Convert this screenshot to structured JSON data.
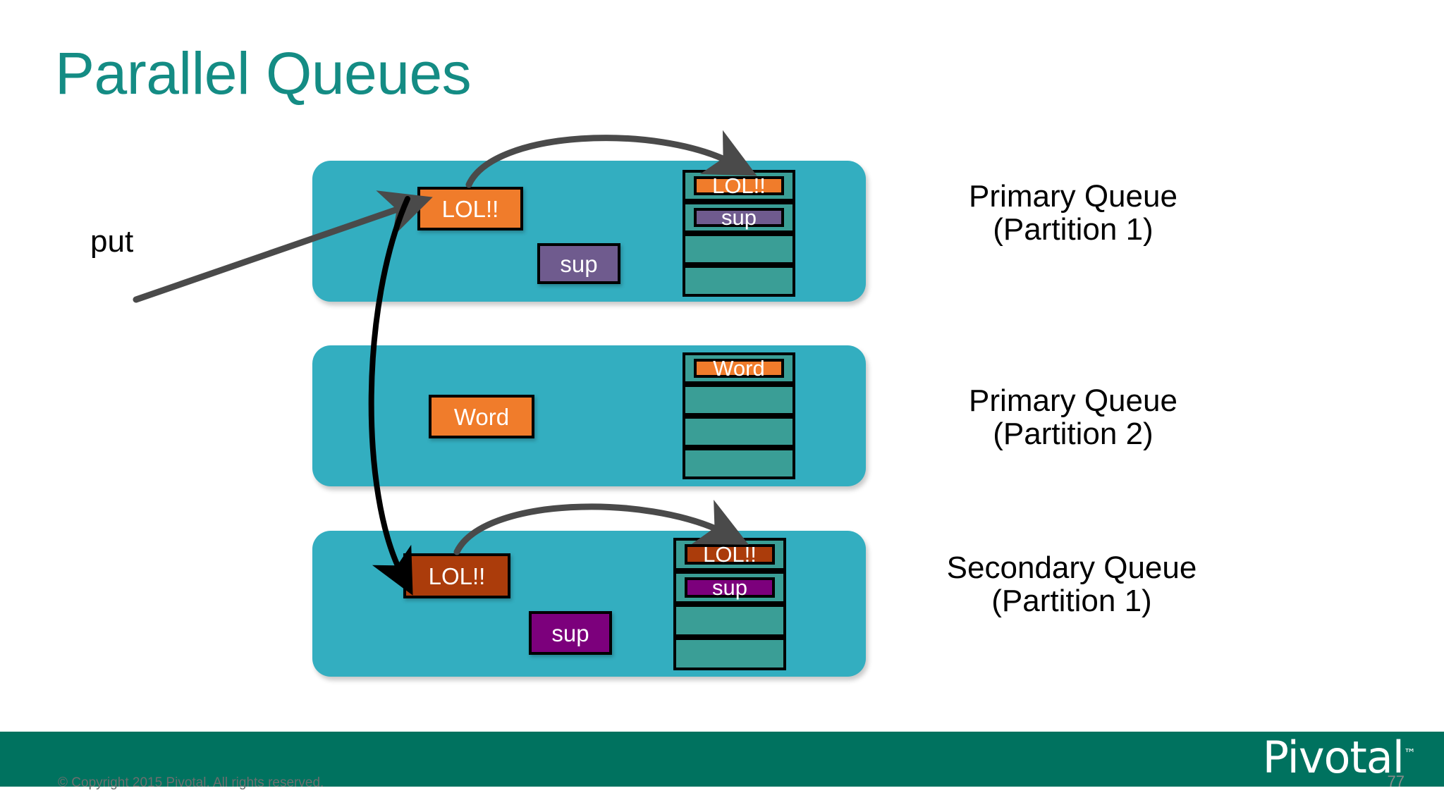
{
  "slide": {
    "title": "Parallel Queues",
    "title_color": "#148C84",
    "background": "#FFFFFF"
  },
  "diagram": {
    "put_label": "put",
    "panel_color": "#33AEC0",
    "slot_color": "#3A9E96",
    "colors": {
      "orange": "#F07C2B",
      "purple": "#6F5B8E",
      "dark_orange": "#AB3C0B",
      "dark_purple": "#7C007C",
      "arrow_gray": "#4A4A4A",
      "arrow_black": "#000000"
    },
    "panels": [
      {
        "id": "primary-partition-1",
        "label_line1": "Primary Queue",
        "label_line2": "(Partition 1)",
        "floating": [
          {
            "text": "LOL!!",
            "style": "orange"
          },
          {
            "text": "sup",
            "style": "purple"
          }
        ],
        "slots": [
          {
            "text": "LOL!!",
            "style": "orange"
          },
          {
            "text": "sup",
            "style": "purple"
          },
          {
            "text": "",
            "style": "empty"
          },
          {
            "text": "",
            "style": "empty"
          }
        ]
      },
      {
        "id": "primary-partition-2",
        "label_line1": "Primary Queue",
        "label_line2": "(Partition 2)",
        "floating": [
          {
            "text": "Word",
            "style": "orange"
          }
        ],
        "slots": [
          {
            "text": "Word",
            "style": "orange"
          },
          {
            "text": "",
            "style": "empty"
          },
          {
            "text": "",
            "style": "empty"
          },
          {
            "text": "",
            "style": "empty"
          }
        ]
      },
      {
        "id": "secondary-partition-1",
        "label_line1": "Secondary Queue",
        "label_line2": "(Partition 1)",
        "floating": [
          {
            "text": "LOL!!",
            "style": "dark-orange"
          },
          {
            "text": "sup",
            "style": "dark-purple"
          }
        ],
        "slots": [
          {
            "text": "LOL!!",
            "style": "dark-orange"
          },
          {
            "text": "sup",
            "style": "dark-purple"
          },
          {
            "text": "",
            "style": "empty"
          },
          {
            "text": "",
            "style": "empty"
          }
        ]
      }
    ],
    "arrows": [
      {
        "name": "put-arrow",
        "from": "put-label",
        "to": "primary-1-lol-box",
        "color": "#4A4A4A"
      },
      {
        "name": "enqueue-arrow-primary-1",
        "from": "primary-1-lol-box",
        "to": "primary-1-slot-1",
        "color": "#4A4A4A"
      },
      {
        "name": "replicate-arrow",
        "from": "primary-1-lol-box",
        "to": "secondary-1-lol-box",
        "color": "#000000"
      },
      {
        "name": "enqueue-arrow-secondary-1",
        "from": "secondary-1-lol-box",
        "to": "secondary-1-slot-1",
        "color": "#4A4A4A"
      }
    ]
  },
  "footer": {
    "copyright": "© Copyright 2015 Pivotal. All rights reserved.",
    "logo": "Pivotal",
    "logo_tm": "™",
    "page_number": "77",
    "bar_color": "#00725F"
  }
}
